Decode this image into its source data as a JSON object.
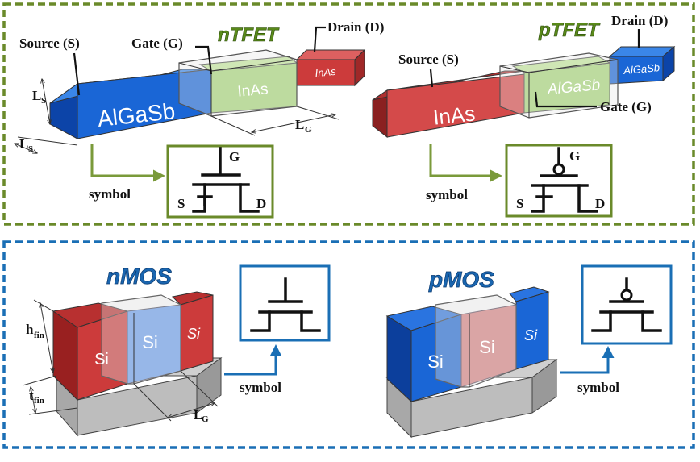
{
  "tfet": {
    "n": {
      "title": "nTFET",
      "source_label": "Source (S)",
      "gate_label": "Gate (G)",
      "drain_label": "Drain (D)",
      "source_material": "AlGaSb",
      "channel_material": "InAs",
      "drain_material": "InAs",
      "dim_ls_vertical": "L",
      "dim_ls_vertical_sub": "S",
      "dim_ls_horizontal": "L",
      "dim_ls_horizontal_sub": "S",
      "dim_lg": "L",
      "dim_lg_sub": "G",
      "symbol_label": "symbol",
      "sym_g": "G",
      "sym_s": "S",
      "sym_d": "D"
    },
    "p": {
      "title": "pTFET",
      "source_label": "Source (S)",
      "gate_label": "Gate (G)",
      "drain_label": "Drain (D)",
      "source_material": "InAs",
      "channel_material": "AlGaSb",
      "drain_material": "AlGaSb",
      "symbol_label": "symbol",
      "sym_g": "G",
      "sym_s": "S",
      "sym_d": "D"
    }
  },
  "mos": {
    "n": {
      "title": "nMOS",
      "left_material": "Si",
      "center_material": "Si",
      "right_material": "Si",
      "dim_hfin": "h",
      "dim_hfin_sub": "fin",
      "dim_tfin": "t",
      "dim_tfin_sub": "fin",
      "dim_lg": "L",
      "dim_lg_sub": "G",
      "symbol_label": "symbol"
    },
    "p": {
      "title": "pMOS",
      "left_material": "Si",
      "center_material": "Si",
      "right_material": "Si",
      "symbol_label": "symbol"
    }
  },
  "colors": {
    "tfet_frame": "#6a8a2a",
    "mos_frame": "#1a6fb5",
    "blue": "#1a66d6",
    "red": "#cc3b3b",
    "green_gate": "#a8d67a",
    "arrow_green": "#7a9a3a",
    "arrow_blue": "#1a6fb5",
    "title_green": "#5a8a1a",
    "title_blue": "#1a66b0"
  }
}
